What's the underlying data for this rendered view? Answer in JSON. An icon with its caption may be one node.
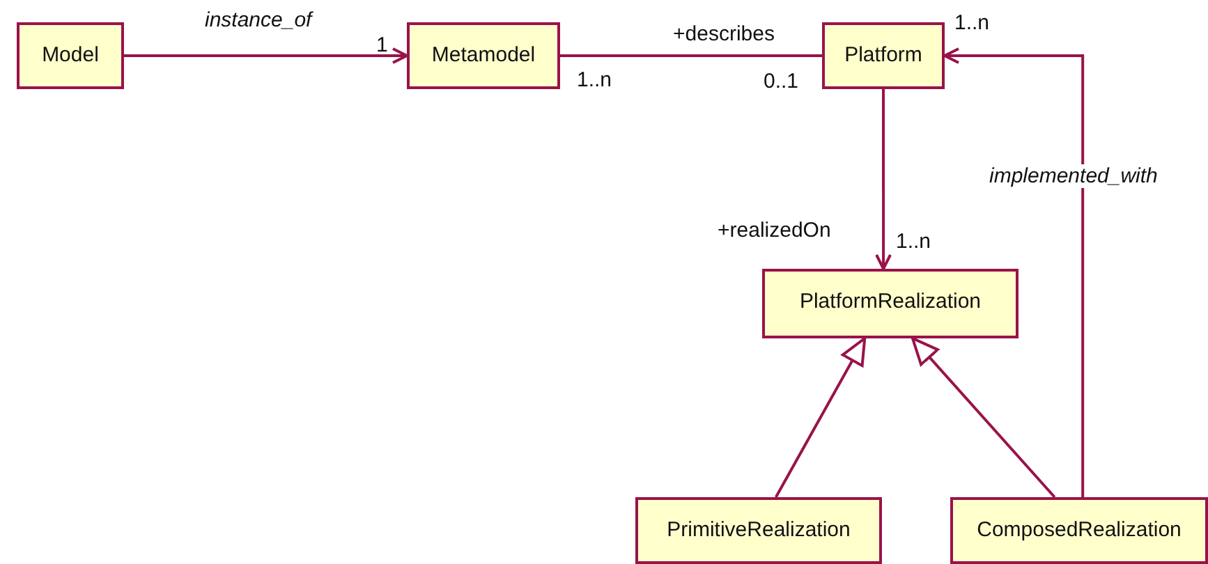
{
  "diagram": {
    "nodes": [
      {
        "text": [
          "Model"
        ]
      },
      {
        "text": [
          "Metamodel"
        ]
      },
      {
        "text": [
          "Platform"
        ]
      },
      {
        "text": [
          "PlatformRealization"
        ]
      },
      {
        "text": [
          "PrimitiveRealization"
        ]
      },
      {
        "text": [
          "ComposedRealization"
        ]
      }
    ],
    "edges": [
      {
        "from": 0,
        "to": 1,
        "arrow": "to",
        "label": "instance_of"
      },
      {
        "from": 1,
        "to": 2,
        "arrow": "none",
        "label": "+describes"
      },
      {
        "from": 2,
        "to": 3,
        "arrow": "to"
      },
      {
        "from": 4,
        "to": 3,
        "arrow": "to"
      },
      {
        "from": 5,
        "to": 3,
        "arrow": "to"
      },
      {
        "from": 5,
        "to": 2,
        "arrow": "to",
        "label": "implemented_with"
      }
    ],
    "labels": [
      "1",
      "1..n",
      "1..n",
      "0..1",
      "+realizedOn",
      "1..n"
    ]
  }
}
